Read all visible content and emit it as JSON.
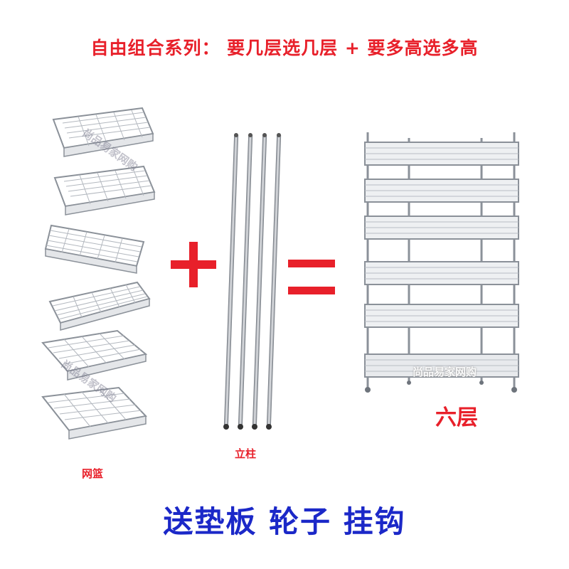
{
  "title": "自由组合系列： 要几层选几层 + 要多高选多高",
  "baskets_label": "网篮",
  "poles_label": "立柱",
  "result_label": "六层",
  "bottom_text": "送垫板 轮子 挂钩",
  "watermark": "尚品易家网购",
  "colors": {
    "red": "#e8202a",
    "blue": "#1b28c8",
    "chrome": "#9aa0a8"
  }
}
